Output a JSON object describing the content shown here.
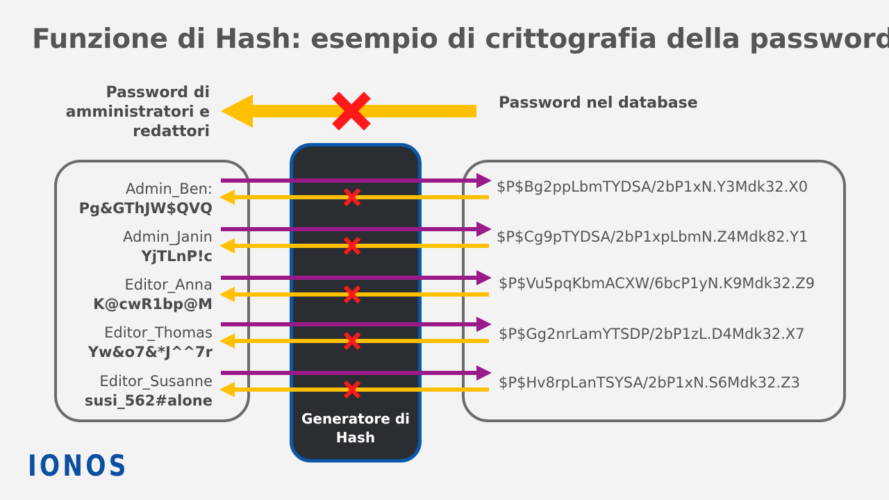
{
  "title": "Funzione di Hash: esempio di crittografia della password",
  "top_left_label": "Password di amministratori e redattori",
  "top_right_label": "Password nel database",
  "generator_label": "Generatore di Hash",
  "users": [
    {
      "name": "Admin_Ben:",
      "password": "Pg&GThJW$QVQ",
      "hash": "$P$Bg2ppLbmTYDSA/2bP1xN.Y3Mdk32.X0"
    },
    {
      "name": "Admin_Janin",
      "password": "YjTLnP!c",
      "hash": "$P$Cg9pTYDSA/2bP1xpLbmN.Z4Mdk82.Y1"
    },
    {
      "name": "Editor_Anna",
      "password": "K@cwR1bp@M",
      "hash": "$P$Vu5pqKbmACXW/6bcP1yN.K9Mdk32.Z9"
    },
    {
      "name": "Editor_Thomas",
      "password": "Yw&o7&*J^^7r",
      "hash": "$P$Gg2nrLamYTSDP/2bP1zL.D4Mdk32.X7"
    },
    {
      "name": "Editor_Susanne",
      "password": "susi_562#alone",
      "hash": "$P$Hv8rpLanTSYSA/2bP1xN.S6Mdk32.Z3"
    }
  ],
  "logo": "IONOS",
  "colors": {
    "forward_arrow": "#9b1a8a",
    "reverse_arrow": "#ffc000",
    "blocked_mark": "#ff1a1a",
    "generator_fill": "#2a2e33",
    "generator_border": "#0b58a8",
    "logo": "#0b4fa0"
  }
}
